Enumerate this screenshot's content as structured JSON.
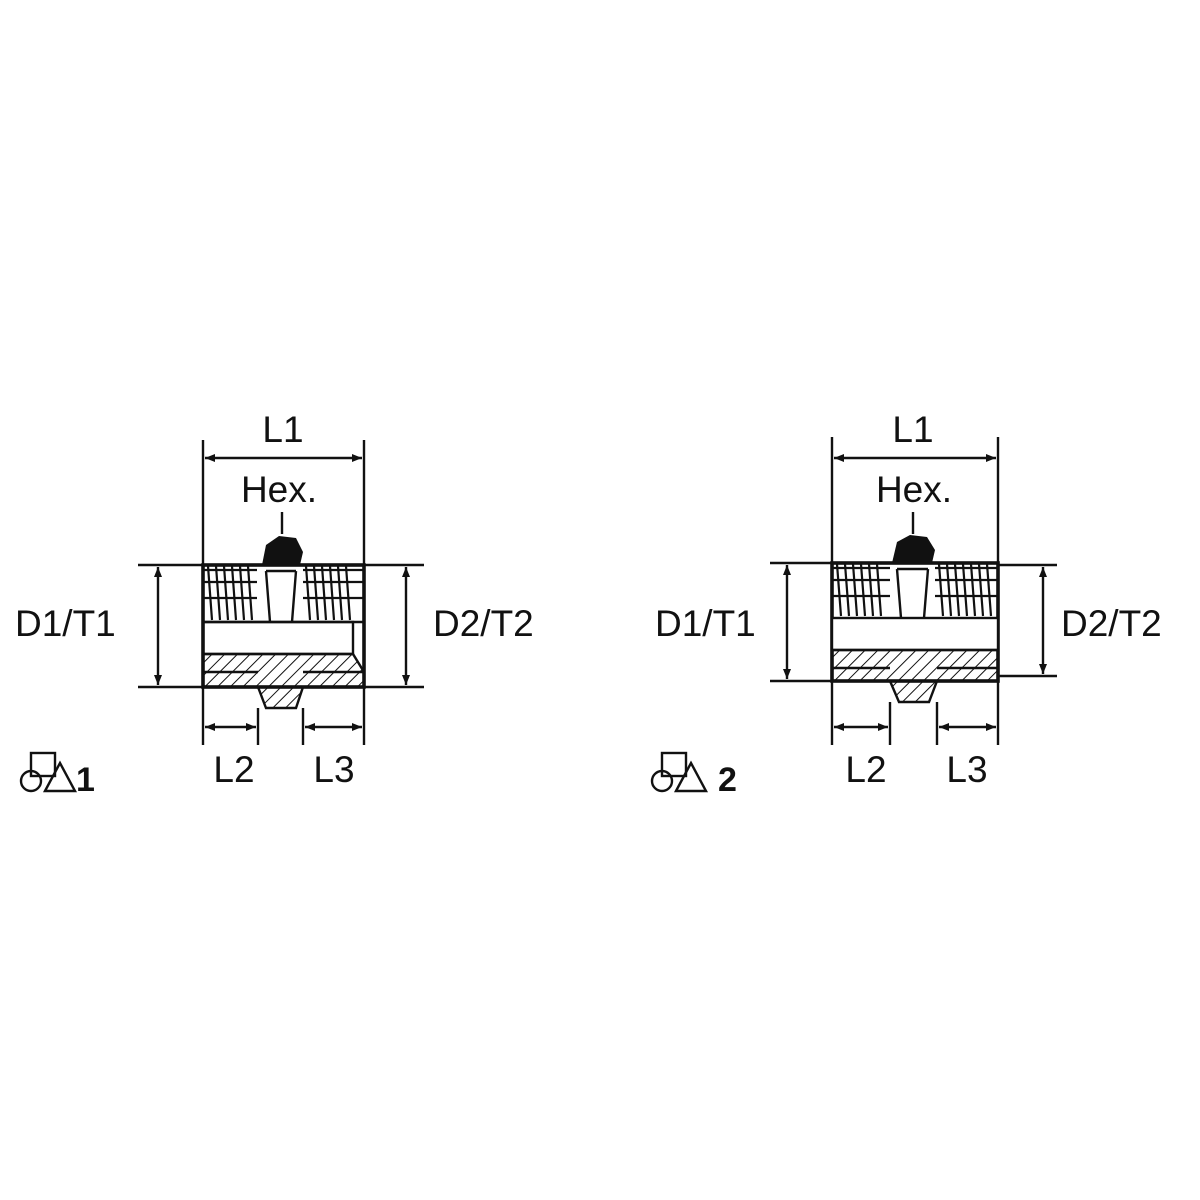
{
  "views": [
    {
      "dims": {
        "length_total": "L1",
        "hex": "Hex.",
        "left_size": "D1/T1",
        "right_size": "D2/T2",
        "length_left": "L2",
        "length_right": "L3"
      },
      "type_marker": {
        "icon": "circle-triangle-symbol-icon",
        "number": "1"
      }
    },
    {
      "dims": {
        "length_total": "L1",
        "hex": "Hex.",
        "left_size": "D1/T1",
        "right_size": "D2/T2",
        "length_left": "L2",
        "length_right": "L3"
      },
      "type_marker": {
        "icon": "circle-triangle-symbol-icon",
        "number": "2"
      }
    }
  ],
  "colors": {
    "line": "#111111",
    "background": "#ffffff"
  }
}
